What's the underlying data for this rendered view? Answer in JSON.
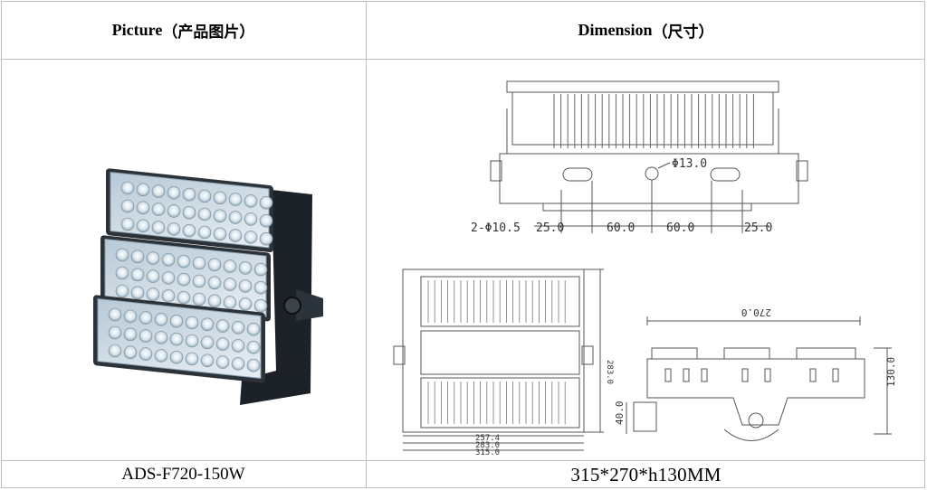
{
  "table": {
    "header": {
      "picture": {
        "en": "Picture",
        "zh": "（产品图片）"
      },
      "dimension": {
        "en": "Dimension",
        "zh": "（尺寸）"
      }
    },
    "model": "ADS-F720-150W",
    "size": "315*270*h130MM"
  },
  "drawing": {
    "top_view": {
      "hole_label": "2-Φ10.5",
      "center_hole_label": "Φ13.0",
      "spacings": [
        "25.0",
        "60.0",
        "60.0",
        "25.0"
      ]
    },
    "front_view": {
      "widths": [
        "257.4",
        "283.0",
        "315.0"
      ],
      "height": "283.0"
    },
    "side_view": {
      "length": "270.0",
      "height": "130.0",
      "offset": "40.0"
    }
  }
}
